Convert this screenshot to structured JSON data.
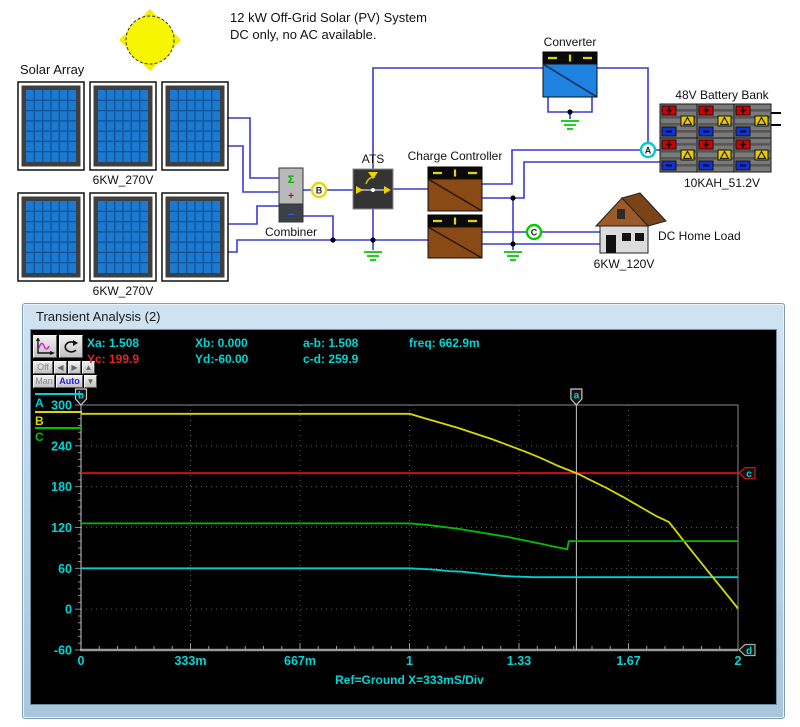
{
  "schematic": {
    "title_line1": "12 kW Off-Grid Solar (PV) System",
    "title_line2": "DC only, no AC available.",
    "solar_array_label": "Solar Array",
    "array1_label": "6KW_270V",
    "array2_label": "6KW_270V",
    "combiner_label": "Combiner",
    "combiner_sigma": "Σ",
    "combiner_plus": "+",
    "combiner_minus": "−",
    "ats_label": "ATS",
    "charge_controller_label": "Charge Controller",
    "converter_label": "Converter",
    "battery_bank_label": "48V Battery Bank",
    "battery_value_label": "10KAH_51.2V",
    "home_load_label": "DC Home Load",
    "home_value_label": "6KW_120V",
    "probe_a": "A",
    "probe_b": "B",
    "probe_c": "C"
  },
  "scope": {
    "title": "Transient Analysis (2)",
    "buttons": {
      "off": "Off",
      "man": "Man",
      "auto": "Auto",
      "left": "◀",
      "right": "▶",
      "up": "▲",
      "down": "▼"
    },
    "readouts": {
      "xa": "Xa: 1.508",
      "xb": "Xb: 0.000",
      "ab": "a-b: 1.508",
      "freq": "freq: 662.9m",
      "yc": "Yc: 199.9",
      "yd": "Yd:-60.00",
      "cd": "c-d: 259.9"
    }
  },
  "colors": {
    "wire_blue": "#3a3ad6",
    "trace_a_cyan": "#00d0d0",
    "trace_b_yellow": "#d8d800",
    "trace_c_green": "#00c000",
    "cursor_red": "#cc1111",
    "axis_label_cyan": "#00d6d6",
    "ground_green": "#00cc00"
  },
  "chart_data": {
    "type": "line",
    "title": "Transient Analysis (2)",
    "xlabel": "Ref=Ground  X=333mS/Div",
    "ylabel": "",
    "xlim": [
      0,
      2
    ],
    "ylim": [
      -60,
      300
    ],
    "grid": true,
    "legend_position": "left",
    "x_ticks": [
      {
        "v": 0,
        "label": "0"
      },
      {
        "v": 0.3333,
        "label": "333m"
      },
      {
        "v": 0.6667,
        "label": "667m"
      },
      {
        "v": 1,
        "label": "1"
      },
      {
        "v": 1.3333,
        "label": "1.33"
      },
      {
        "v": 1.6667,
        "label": "1.67"
      },
      {
        "v": 2,
        "label": "2"
      }
    ],
    "y_ticks": [
      300,
      240,
      180,
      120,
      60,
      0,
      -60
    ],
    "series": [
      {
        "name": "A",
        "color": "#00d0d0",
        "points": [
          [
            0,
            60
          ],
          [
            1,
            60
          ],
          [
            1.04,
            59
          ],
          [
            1.08,
            58
          ],
          [
            1.12,
            56
          ],
          [
            1.16,
            55
          ],
          [
            1.2,
            53
          ],
          [
            1.24,
            51
          ],
          [
            1.28,
            49
          ],
          [
            1.32,
            48
          ],
          [
            1.38,
            47
          ],
          [
            2,
            47
          ]
        ]
      },
      {
        "name": "B",
        "color": "#d8d800",
        "points": [
          [
            0,
            287
          ],
          [
            1,
            287
          ],
          [
            1.05,
            280
          ],
          [
            1.1,
            273
          ],
          [
            1.15,
            266
          ],
          [
            1.2,
            258
          ],
          [
            1.25,
            250
          ],
          [
            1.3,
            241
          ],
          [
            1.35,
            232
          ],
          [
            1.4,
            222
          ],
          [
            1.45,
            211
          ],
          [
            1.508,
            200
          ],
          [
            1.55,
            190
          ],
          [
            1.6,
            178
          ],
          [
            1.65,
            165
          ],
          [
            1.7,
            151
          ],
          [
            1.75,
            137
          ],
          [
            1.79,
            128
          ],
          [
            1.85,
            91
          ],
          [
            1.9,
            61
          ],
          [
            1.95,
            31
          ],
          [
            2,
            1
          ]
        ]
      },
      {
        "name": "C",
        "color": "#00c000",
        "points": [
          [
            0,
            126
          ],
          [
            1,
            126
          ],
          [
            1.05,
            124
          ],
          [
            1.1,
            121
          ],
          [
            1.15,
            118
          ],
          [
            1.2,
            114
          ],
          [
            1.25,
            110
          ],
          [
            1.3,
            106
          ],
          [
            1.35,
            101
          ],
          [
            1.4,
            96
          ],
          [
            1.44,
            92
          ],
          [
            1.48,
            88
          ],
          [
            1.485,
            100
          ],
          [
            2,
            100
          ]
        ]
      }
    ],
    "cursors": [
      {
        "name": "a",
        "axis": "x",
        "value": 1.508,
        "color": "#c8c8c8"
      },
      {
        "name": "b",
        "axis": "x",
        "value": 0.0,
        "color": "#c8c8c8"
      },
      {
        "name": "c",
        "axis": "y",
        "value": 199.9,
        "color": "#cc1111"
      },
      {
        "name": "d",
        "axis": "y",
        "value": -60.0,
        "color": "#aaaaaa"
      }
    ],
    "cursor_readouts": {
      "Xa": 1.508,
      "Xb": 0.0,
      "a_b": 1.508,
      "freq": "662.9m",
      "Yc": 199.9,
      "Yd": -60.0,
      "c_d": 259.9
    }
  }
}
